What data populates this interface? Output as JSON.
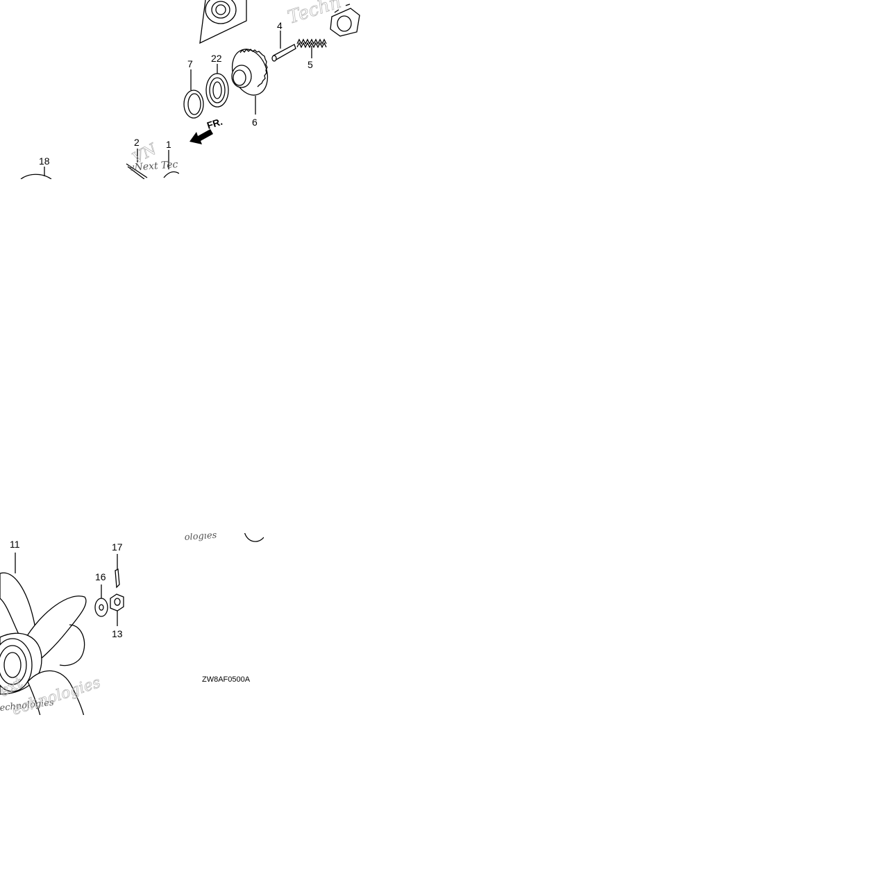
{
  "callouts": {
    "n1": "1",
    "n2": "2",
    "n4": "4",
    "n5": "5",
    "n6": "6",
    "n7": "7",
    "n11": "11",
    "n13": "13",
    "n16": "16",
    "n17": "17",
    "n18": "18",
    "n22": "22"
  },
  "front_marker": "FR.",
  "diagram_code": "ZW8AF0500A",
  "watermarks": {
    "top_right": "Techn",
    "top_mid": "vNext Tec",
    "top_mid_frag": "VN",
    "bottom_mid": "ologies",
    "bottom_left_a": "echnologies",
    "bottom_left_b": "ext"
  }
}
